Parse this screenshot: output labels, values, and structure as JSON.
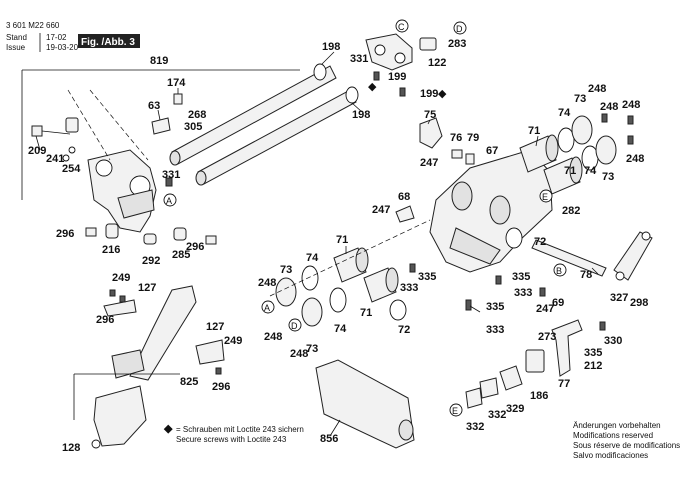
{
  "header": {
    "doc_number": "3 601 M22 660",
    "stand_label": "Stand",
    "stand_date": "17-02",
    "issue_label": "Issue",
    "issue_date": "19-03-20",
    "figure_label": "Fig. /Abb. 3"
  },
  "callouts": [
    {
      "id": "c819",
      "text": "819"
    },
    {
      "id": "c174",
      "text": "174"
    },
    {
      "id": "c63",
      "text": "63"
    },
    {
      "id": "c268",
      "text": "268"
    },
    {
      "id": "c305",
      "text": "305"
    },
    {
      "id": "c209",
      "text": "209"
    },
    {
      "id": "c241",
      "text": "241"
    },
    {
      "id": "c254",
      "text": "254"
    },
    {
      "id": "c331a",
      "text": "331"
    },
    {
      "id": "c296a",
      "text": "296"
    },
    {
      "id": "c216",
      "text": "216"
    },
    {
      "id": "c292",
      "text": "292"
    },
    {
      "id": "c285",
      "text": "285"
    },
    {
      "id": "c296b",
      "text": "296"
    },
    {
      "id": "c198a",
      "text": "198"
    },
    {
      "id": "c331b",
      "text": "331"
    },
    {
      "id": "c199a",
      "text": "199"
    },
    {
      "id": "c122",
      "text": "122"
    },
    {
      "id": "c283",
      "text": "283"
    },
    {
      "id": "c198b",
      "text": "198"
    },
    {
      "id": "c199b",
      "text": "199"
    },
    {
      "id": "c75",
      "text": "75"
    },
    {
      "id": "c76",
      "text": "76"
    },
    {
      "id": "c79",
      "text": "79"
    },
    {
      "id": "c71a",
      "text": "71"
    },
    {
      "id": "c74a",
      "text": "74"
    },
    {
      "id": "c73a",
      "text": "73"
    },
    {
      "id": "c248a",
      "text": "248"
    },
    {
      "id": "c248b",
      "text": "248"
    },
    {
      "id": "c248c",
      "text": "248"
    },
    {
      "id": "c248d",
      "text": "248"
    },
    {
      "id": "c67",
      "text": "67"
    },
    {
      "id": "c247a",
      "text": "247"
    },
    {
      "id": "c71b",
      "text": "71"
    },
    {
      "id": "c74b",
      "text": "74"
    },
    {
      "id": "c73b",
      "text": "73"
    },
    {
      "id": "c68",
      "text": "68"
    },
    {
      "id": "c247b",
      "text": "247"
    },
    {
      "id": "c282",
      "text": "282"
    },
    {
      "id": "c72a",
      "text": "72"
    },
    {
      "id": "c71c",
      "text": "71"
    },
    {
      "id": "c74c",
      "text": "74"
    },
    {
      "id": "c73c",
      "text": "73"
    },
    {
      "id": "c248e",
      "text": "248"
    },
    {
      "id": "c335a",
      "text": "335"
    },
    {
      "id": "c333a",
      "text": "333"
    },
    {
      "id": "c335b",
      "text": "335"
    },
    {
      "id": "c333b",
      "text": "333"
    },
    {
      "id": "c71d",
      "text": "71"
    },
    {
      "id": "c248f",
      "text": "248"
    },
    {
      "id": "c73d",
      "text": "73"
    },
    {
      "id": "c74d",
      "text": "74"
    },
    {
      "id": "c248g",
      "text": "248"
    },
    {
      "id": "c72b",
      "text": "72"
    },
    {
      "id": "c335c",
      "text": "335"
    },
    {
      "id": "c333c",
      "text": "333"
    },
    {
      "id": "c69",
      "text": "69"
    },
    {
      "id": "c247c",
      "text": "247"
    },
    {
      "id": "c78",
      "text": "78"
    },
    {
      "id": "c327",
      "text": "327"
    },
    {
      "id": "c298",
      "text": "298"
    },
    {
      "id": "c249a",
      "text": "249"
    },
    {
      "id": "c127a",
      "text": "127"
    },
    {
      "id": "c296c",
      "text": "296"
    },
    {
      "id": "c127b",
      "text": "127"
    },
    {
      "id": "c249b",
      "text": "249"
    },
    {
      "id": "c296d",
      "text": "296"
    },
    {
      "id": "c825",
      "text": "825"
    },
    {
      "id": "c128",
      "text": "128"
    },
    {
      "id": "c273",
      "text": "273"
    },
    {
      "id": "c335d",
      "text": "335"
    },
    {
      "id": "c330",
      "text": "330"
    },
    {
      "id": "c212",
      "text": "212"
    },
    {
      "id": "c77",
      "text": "77"
    },
    {
      "id": "c186",
      "text": "186"
    },
    {
      "id": "c329",
      "text": "329"
    },
    {
      "id": "c332a",
      "text": "332"
    },
    {
      "id": "c332b",
      "text": "332"
    },
    {
      "id": "c856",
      "text": "856"
    }
  ],
  "letters": {
    "A1": "A",
    "A2": "A",
    "B": "B",
    "C": "C",
    "D1": "D",
    "D2": "D",
    "E1": "E",
    "E2": "E"
  },
  "legend": {
    "line_de": "= Schrauben mit Loctite 243 sichern",
    "line_en": "Secure screws with Loctite 243"
  },
  "notice": [
    "Änderungen vorbehalten",
    "Modifications reserved",
    "Sous réserve de modifications",
    "Salvo modificaciones"
  ]
}
